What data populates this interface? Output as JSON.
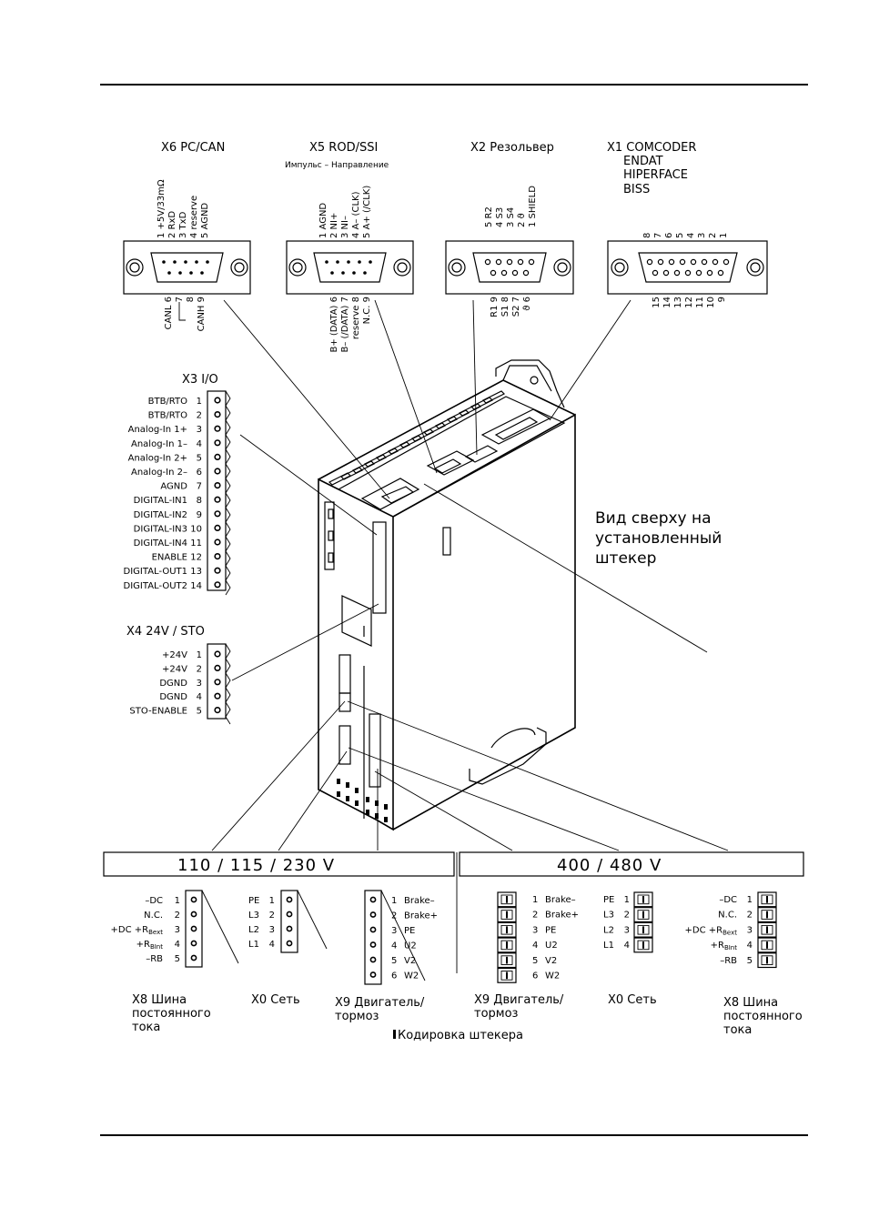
{
  "connectors": {
    "x6": {
      "title": "X6 PC/CAN",
      "top_pins": [
        "1 +5V/33mΩ",
        "2 RxD",
        "3 TxD",
        "4 reserve",
        "5 AGND"
      ],
      "bottom_pins": [
        "CANL 6",
        "7",
        "8",
        "CANH 9"
      ]
    },
    "x5": {
      "title": "X5 ROD/SSI",
      "subtitle": "Импульс – Направление",
      "top_pins": [
        "1 AGND",
        "2 NI+",
        "3 NI–",
        "4 A– (CLK)",
        "5 A+ (/CLK)"
      ],
      "bottom_pins": [
        "B+ (DATA) 6",
        "B– (/DATA) 7",
        "reserve 8",
        "N.C. 9"
      ]
    },
    "x2": {
      "title": "X2 Резольвер",
      "top_pins": [
        "5 R2",
        "4 S3",
        "3 S4",
        "2 ϑ",
        "1 SHIELD"
      ],
      "bottom_pins": [
        "R1 9",
        "S1 8",
        "S2 7",
        "ϑ 6"
      ]
    },
    "x1": {
      "title": "X1 COMCODER",
      "alt_lines": [
        "ENDAT",
        "HIPERFACE",
        "BISS"
      ],
      "top_pins": [
        "8",
        "7",
        "6",
        "5",
        "4",
        "3",
        "2",
        "1"
      ],
      "bottom_pins": [
        "15",
        "14",
        "13",
        "12",
        "11",
        "10",
        "9"
      ]
    }
  },
  "x3": {
    "title": "X3 I/O",
    "pins": [
      {
        "label": "BTB/RTO",
        "num": "1"
      },
      {
        "label": "BTB/RTO",
        "num": "2"
      },
      {
        "label": "Analog-In 1+",
        "num": "3"
      },
      {
        "label": "Analog-In 1–",
        "num": "4"
      },
      {
        "label": "Analog-In 2+",
        "num": "5"
      },
      {
        "label": "Analog-In 2–",
        "num": "6"
      },
      {
        "label": "AGND",
        "num": "7"
      },
      {
        "label": "DIGITAL-IN1",
        "num": "8"
      },
      {
        "label": "DIGITAL-IN2",
        "num": "9"
      },
      {
        "label": "DIGITAL-IN3",
        "num": "10"
      },
      {
        "label": "DIGITAL-IN4",
        "num": "11"
      },
      {
        "label": "ENABLE",
        "num": "12"
      },
      {
        "label": "DIGITAL-OUT1",
        "num": "13"
      },
      {
        "label": "DIGITAL-OUT2",
        "num": "14"
      }
    ]
  },
  "x4": {
    "title": "X4 24V / STO",
    "pins": [
      {
        "label": "+24V",
        "num": "1"
      },
      {
        "label": "+24V",
        "num": "2"
      },
      {
        "label": "DGND",
        "num": "3"
      },
      {
        "label": "DGND",
        "num": "4"
      },
      {
        "label": "STO-ENABLE",
        "num": "5"
      }
    ]
  },
  "top_view_note": [
    "Вид сверху на",
    "установленный",
    "штекер"
  ],
  "voltage_bars": {
    "left": "110  /  115  /  230  V",
    "right": "400  /  480  V"
  },
  "low_voltage": {
    "x8": {
      "pins": [
        {
          "label": "–DC",
          "num": "1"
        },
        {
          "label": "N.C.",
          "num": "2"
        },
        {
          "label": "+DC +R",
          "sub": "Bext",
          "num": "3"
        },
        {
          "label": "+R",
          "sub": "BInt",
          "num": "4"
        },
        {
          "label": "–RB",
          "num": "5"
        }
      ],
      "caption": [
        "X8 Шина",
        "постоянного",
        "тока"
      ]
    },
    "x0": {
      "pins": [
        {
          "label": "PE",
          "num": "1"
        },
        {
          "label": "L3",
          "num": "2"
        },
        {
          "label": "L2",
          "num": "3"
        },
        {
          "label": "L1",
          "num": "4"
        }
      ],
      "caption": [
        "X0 Сеть"
      ]
    },
    "x9": {
      "pins": [
        {
          "num": "1",
          "label": "Brake–"
        },
        {
          "num": "2",
          "label": "Brake+"
        },
        {
          "num": "3",
          "label": "PE"
        },
        {
          "num": "4",
          "label": "U2"
        },
        {
          "num": "5",
          "label": "V2"
        },
        {
          "num": "6",
          "label": "W2"
        }
      ],
      "caption": [
        "X9 Двигатель/",
        "тормоз"
      ]
    }
  },
  "high_voltage": {
    "x9": {
      "pins": [
        {
          "num": "1",
          "label": "Brake–"
        },
        {
          "num": "2",
          "label": "Brake+"
        },
        {
          "num": "3",
          "label": "PE"
        },
        {
          "num": "4",
          "label": "U2"
        },
        {
          "num": "5",
          "label": "V2"
        },
        {
          "num": "6",
          "label": "W2"
        }
      ],
      "caption": [
        "X9 Двигатель/",
        "тормоз"
      ]
    },
    "x0": {
      "pins": [
        {
          "label": "PE",
          "num": "1"
        },
        {
          "label": "L3",
          "num": "2"
        },
        {
          "label": "L2",
          "num": "3"
        },
        {
          "label": "L1",
          "num": "4"
        }
      ],
      "caption": [
        "X0 Сеть"
      ]
    },
    "x8": {
      "pins": [
        {
          "label": "–DC",
          "num": "1"
        },
        {
          "label": "N.C.",
          "num": "2"
        },
        {
          "label": "+DC +R",
          "sub": "Bext",
          "num": "3"
        },
        {
          "label": "+R",
          "sub": "BInt",
          "num": "4"
        },
        {
          "label": "–RB",
          "num": "5"
        }
      ],
      "caption": [
        "X8 Шина",
        "постоянного",
        "тока"
      ]
    }
  },
  "coding_note": "Кодировка штекера"
}
